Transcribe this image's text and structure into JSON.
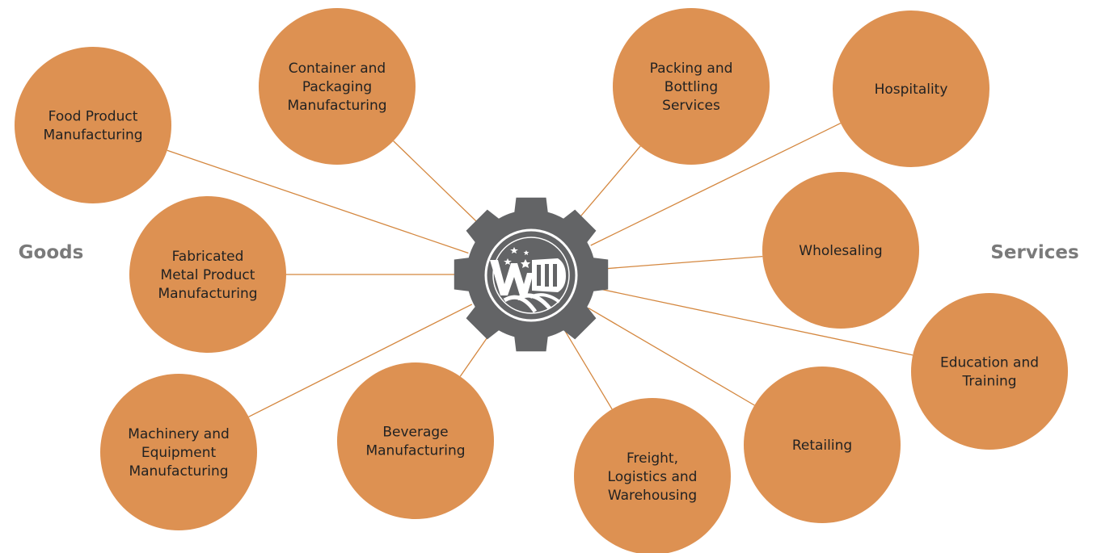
{
  "diagram": {
    "left_label": "Goods",
    "right_label": "Services",
    "hub": {
      "name": "central-gear-logo",
      "icon": "gear-icon"
    },
    "nodes": [
      {
        "id": "food-product-manufacturing",
        "lines": [
          "Food Product",
          "Manufacturing"
        ]
      },
      {
        "id": "container-packaging-manufacturing",
        "lines": [
          "Container and",
          "Packaging",
          "Manufacturing"
        ]
      },
      {
        "id": "packing-bottling-services",
        "lines": [
          "Packing and",
          "Bottling",
          "Services"
        ]
      },
      {
        "id": "hospitality",
        "lines": [
          "Hospitality"
        ]
      },
      {
        "id": "fabricated-metal-product-manufacturing",
        "lines": [
          "Fabricated",
          "Metal Product",
          "Manufacturing"
        ]
      },
      {
        "id": "wholesaling",
        "lines": [
          "Wholesaling"
        ]
      },
      {
        "id": "education-training",
        "lines": [
          "Education and",
          "Training"
        ]
      },
      {
        "id": "machinery-equipment-manufacturing",
        "lines": [
          "Machinery and",
          "Equipment",
          "Manufacturing"
        ]
      },
      {
        "id": "beverage-manufacturing",
        "lines": [
          "Beverage",
          "Manufacturing"
        ]
      },
      {
        "id": "freight-logistics-warehousing",
        "lines": [
          "Freight,",
          "Logistics and",
          "Warehousing"
        ]
      },
      {
        "id": "retailing",
        "lines": [
          "Retailing"
        ]
      }
    ],
    "colors": {
      "node_fill": "#dd9152",
      "connector": "#d4873f",
      "hub": "#636466",
      "side_label": "#7a7a7a",
      "text": "#222222"
    }
  }
}
